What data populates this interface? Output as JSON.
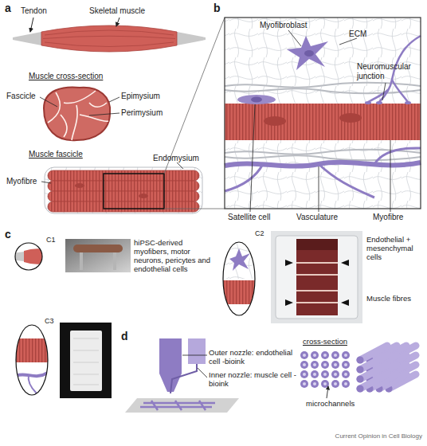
{
  "diagram": {
    "labels": [
      "a",
      "Tendon",
      "Skeletal muscle",
      "Muscle cross-section",
      "Fascicle",
      "Epimysium",
      "Perimysium",
      "Muscle fascicle",
      "Endomysium",
      "Myofibre",
      "b",
      "Myofibroblast",
      "ECM",
      "Neuromuscular junction",
      "Satellite cell",
      "Vasculature",
      "Myofibre",
      "c",
      "C1",
      "hiPSC-derived myofibers, motor neurons, pericytes and endothelial cells",
      "C2",
      "Endothelial + mesenchymal cells",
      "Muscle fibres",
      "C3",
      "d",
      "Outer nozzle: endothelial cell -bioink",
      "Inner nozzle: muscle cell -bioink",
      "cross-section",
      "microchannels",
      "Current Opinion in Cell Biology"
    ]
  }
}
